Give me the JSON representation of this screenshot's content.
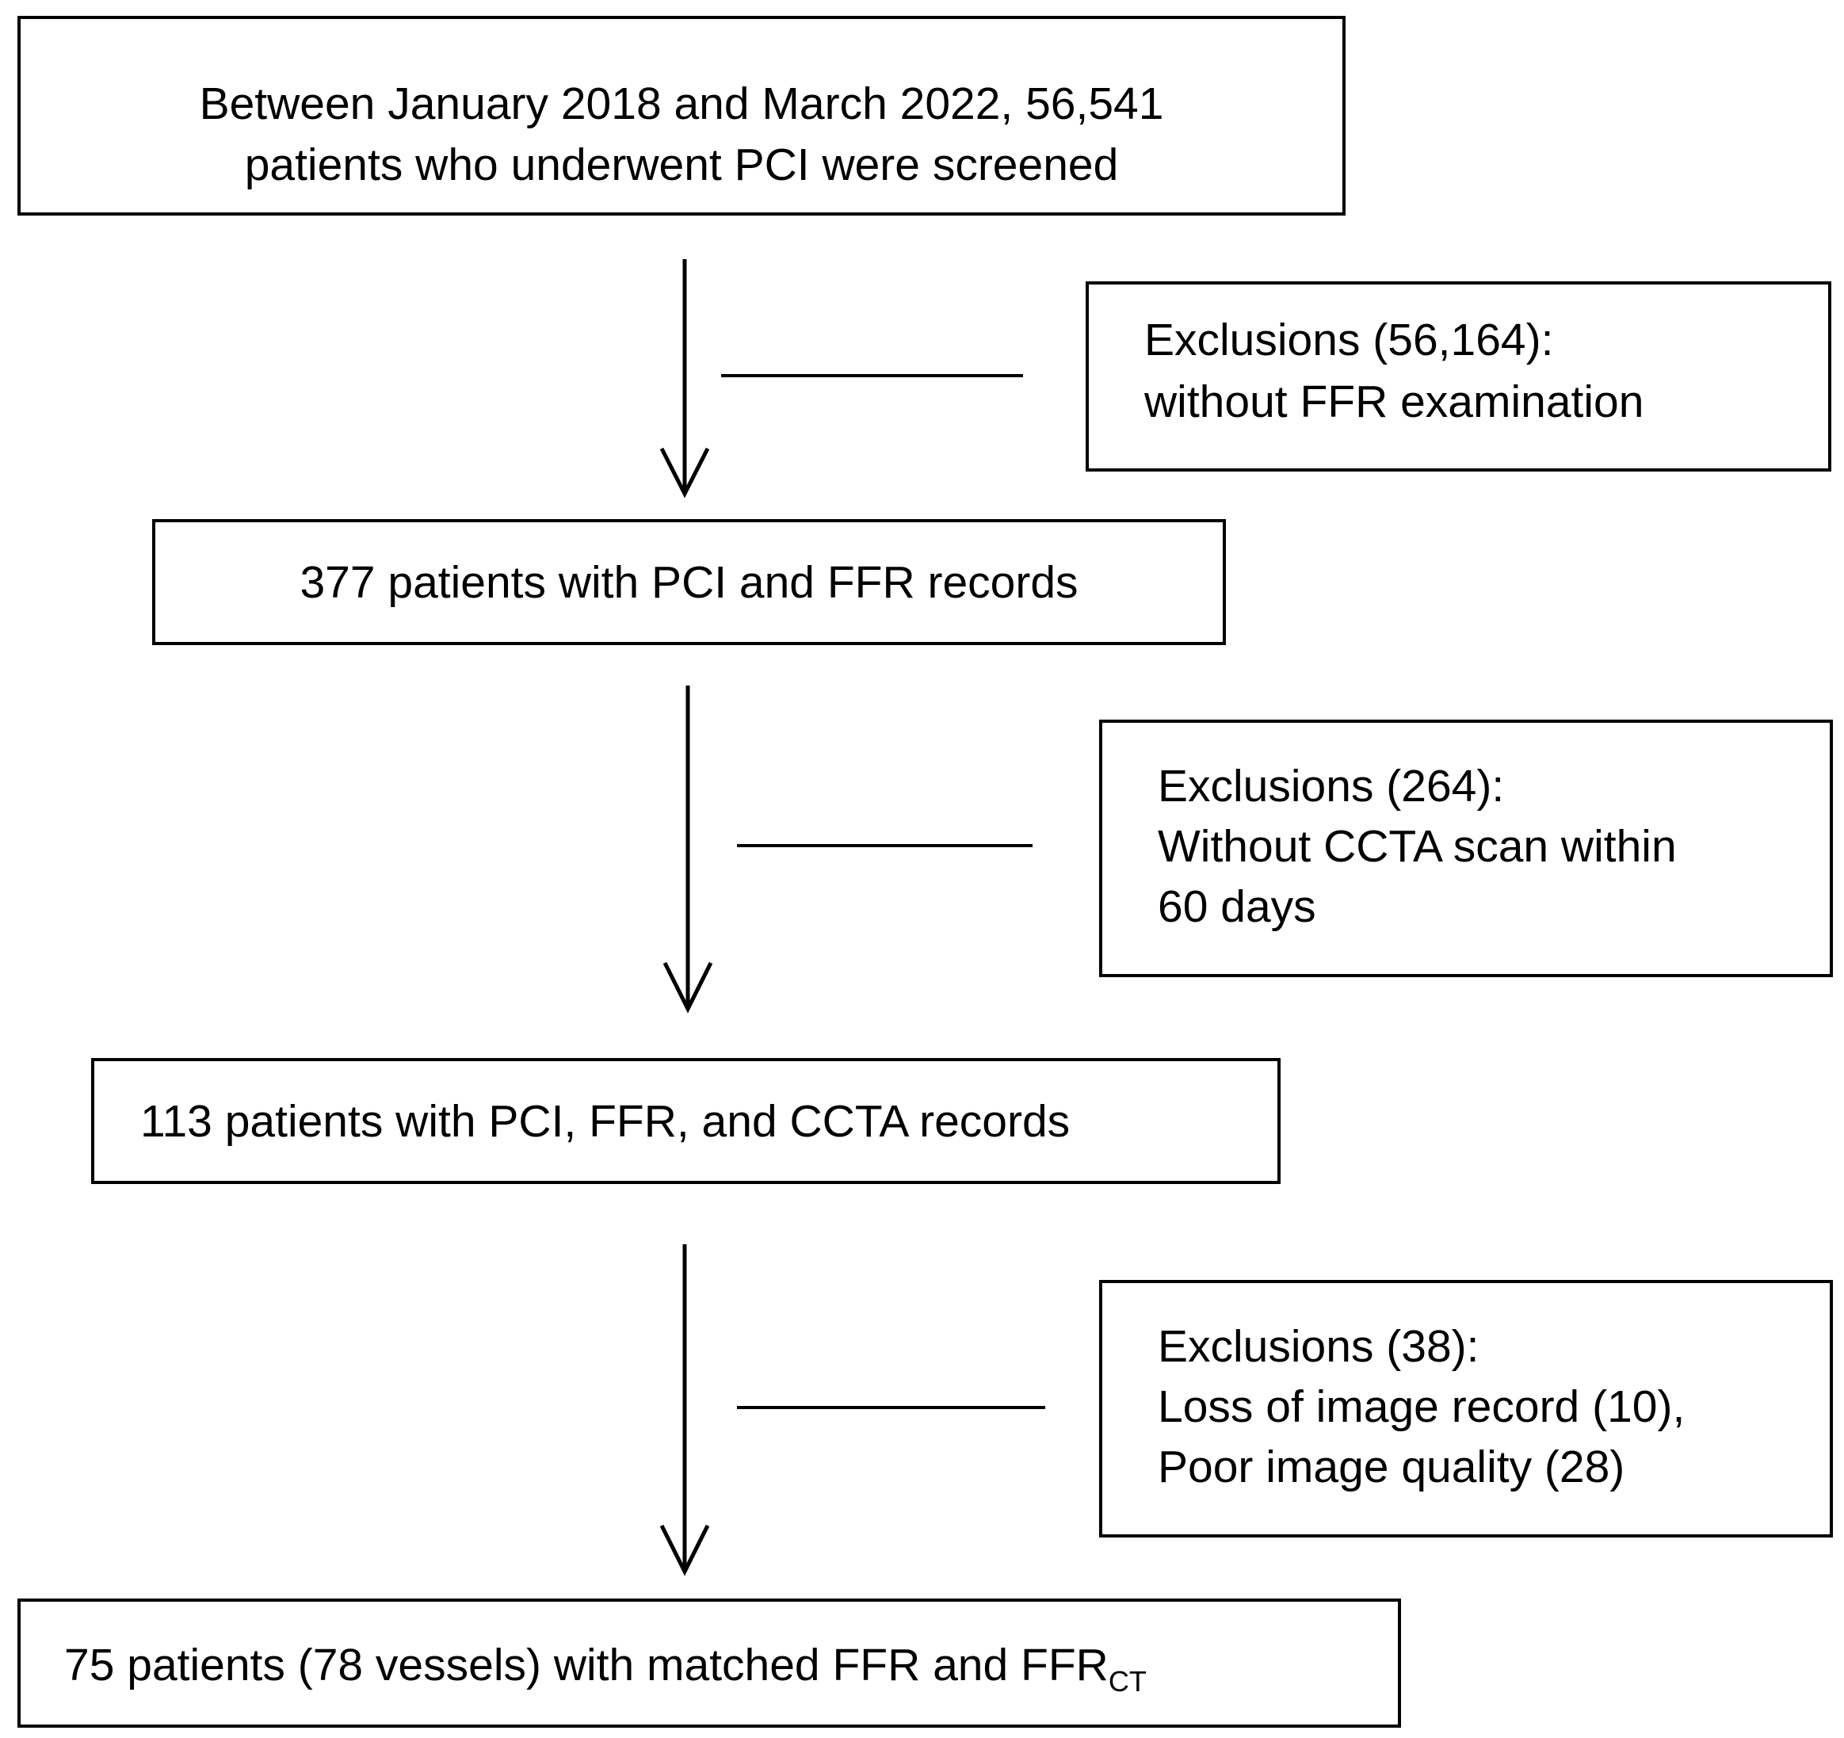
{
  "flow": {
    "screened": {
      "line1": "Between January 2018 and March 2022, 56,541",
      "line2": "patients who underwent PCI were screened"
    },
    "exclusion1": {
      "line1": "Exclusions (56,164):",
      "line2": "without FFR examination"
    },
    "step2": {
      "text": "377 patients with PCI and FFR records"
    },
    "exclusion2": {
      "line1": "Exclusions (264):",
      "line2": "Without CCTA scan within",
      "line3": "60 days"
    },
    "step3": {
      "text": "113 patients with PCI, FFR, and CCTA records"
    },
    "exclusion3": {
      "line1": "Exclusions (38):",
      "line2": "Loss of image record (10),",
      "line3": "Poor image quality (28)"
    },
    "final": {
      "text": "75 patients (78 vessels) with matched FFR and FFR",
      "subscript": "CT"
    }
  }
}
